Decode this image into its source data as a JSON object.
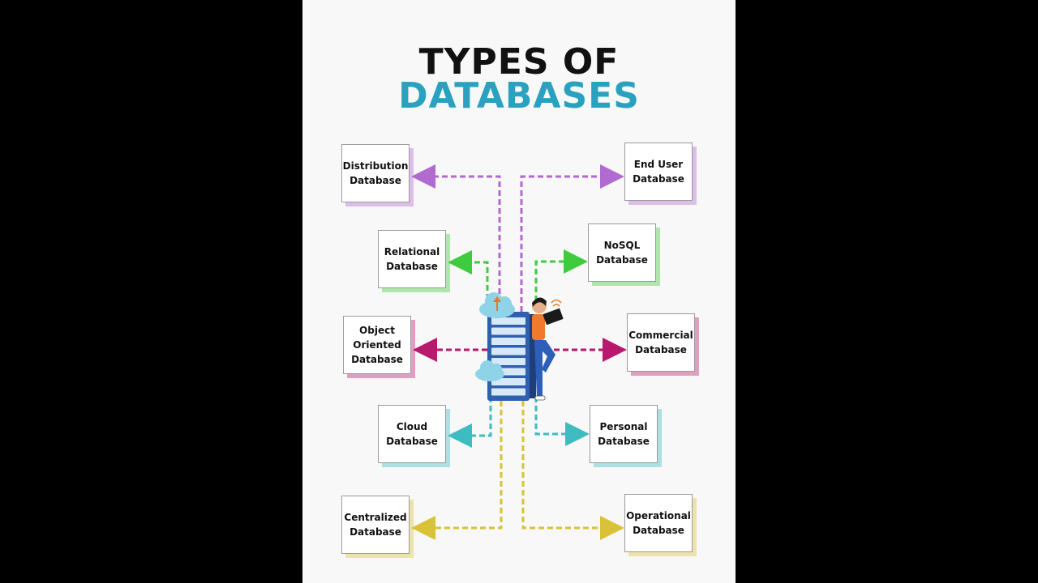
{
  "title": {
    "line1": "TYPES OF",
    "line2": "DATABASES",
    "line2_color": "#2aa2bf"
  },
  "nodes": [
    {
      "id": "distribution",
      "label": "Distribution\nDatabase",
      "color": "#b16ad0",
      "side": "left"
    },
    {
      "id": "end-user",
      "label": "End User\nDatabase",
      "color": "#b16ad0",
      "side": "right"
    },
    {
      "id": "relational",
      "label": "Relational\nDatabase",
      "color": "#3ecb3e",
      "side": "left"
    },
    {
      "id": "nosql",
      "label": "NoSQL\nDatabase",
      "color": "#3ecb3e",
      "side": "right"
    },
    {
      "id": "object-oriented",
      "label": "Object\nOriented\nDatabase",
      "color": "#b8186e",
      "side": "left"
    },
    {
      "id": "commercial",
      "label": "Commercial\nDatabase",
      "color": "#b8186e",
      "side": "right"
    },
    {
      "id": "cloud",
      "label": "Cloud\nDatabase",
      "color": "#3dbcc2",
      "side": "left"
    },
    {
      "id": "personal",
      "label": "Personal\nDatabase",
      "color": "#3dbcc2",
      "side": "right"
    },
    {
      "id": "centralized",
      "label": "Centralized\nDatabase",
      "color": "#d9c237",
      "side": "left"
    },
    {
      "id": "operational",
      "label": "Operational\nDatabase",
      "color": "#d9c237",
      "side": "right"
    }
  ],
  "illustration": {
    "icon": "server-rack-with-person-icon",
    "rack_color": "#2f5fae",
    "cloud_color": "#8fd3e8",
    "shirt_color": "#f07a2c",
    "pants_color": "#2e5fb8"
  }
}
